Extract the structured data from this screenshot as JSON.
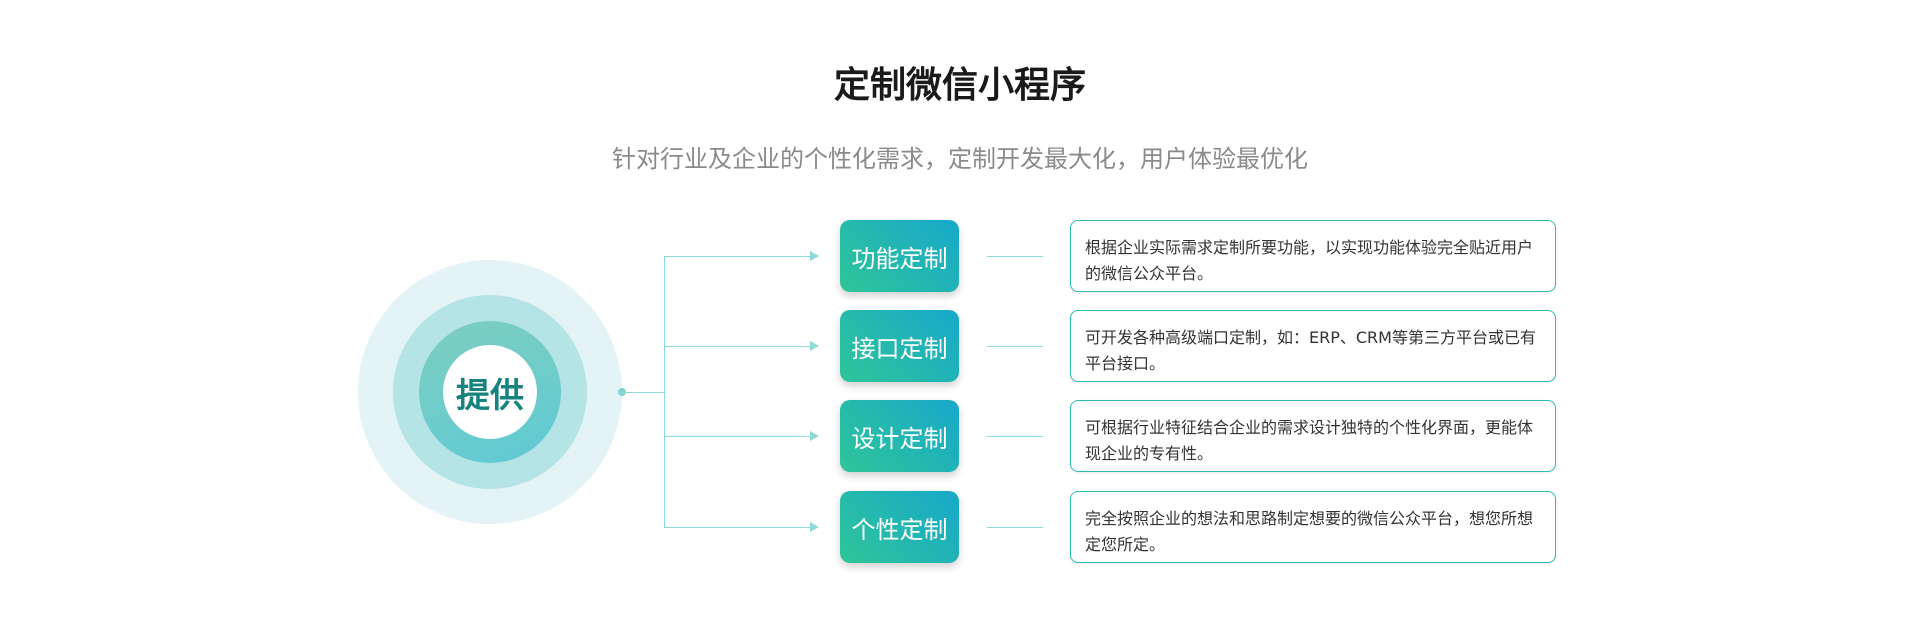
{
  "header": {
    "title": "定制微信小程序",
    "subtitle": "针对行业及企业的个性化需求，定制开发最大化，用户体验最优化"
  },
  "center": {
    "label": "提供"
  },
  "items": [
    {
      "label": "功能定制",
      "description": "根据企业实际需求定制所要功能，以实现功能体验完全贴近用户的微信公众平台。"
    },
    {
      "label": "接口定制",
      "description": "可开发各种高级端口定制，如：ERP、CRM等第三方平台或已有平台接口。"
    },
    {
      "label": "设计定制",
      "description": "可根据行业特征结合企业的需求设计独特的个性化界面，更能体现企业的专有性。"
    },
    {
      "label": "个性定制",
      "description": "完全按照企业的想法和思路制定想要的微信公众平台，想您所想定您所定。"
    }
  ],
  "colors": {
    "accent_start": "#2fc598",
    "accent_end": "#17a8cb",
    "line": "#8fdad6"
  }
}
